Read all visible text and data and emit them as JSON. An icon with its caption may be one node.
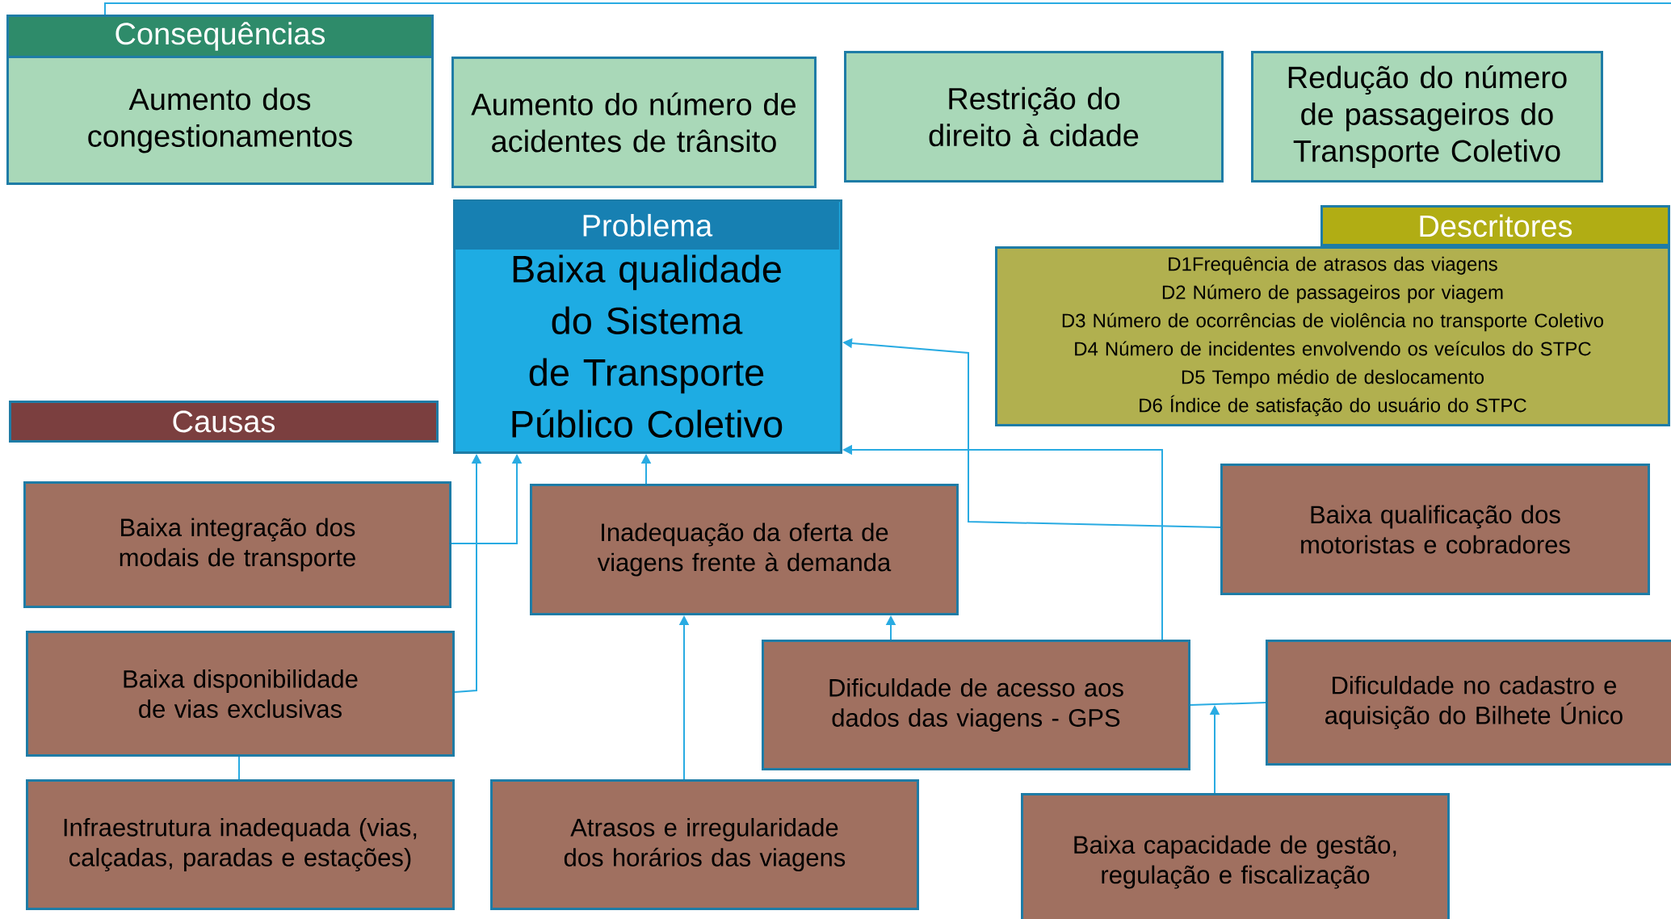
{
  "diagram": {
    "nodes": [
      {
        "text": [
          "Consequências"
        ]
      },
      {
        "text": [
          "Aumento dos congestionamentos"
        ]
      },
      {
        "text": [
          "Aumento do número de acidentes de trânsito"
        ]
      },
      {
        "text": [
          "Restrição do direito à cidade"
        ]
      },
      {
        "text": [
          "Redução do número de passageiros do Transporte Coletivo"
        ]
      },
      {
        "text": [
          "Problema",
          "Baixa qualidade do Sistema de Transporte Público Coletivo"
        ]
      },
      {
        "text": [
          "Descritores",
          "D1Frequência de atrasos das viagens",
          "D2 Número de passageiros por viagem",
          "D3 Número de ocorrências de violência no transporte Coletivo",
          "D4 Número de incidentes envolvendo os veículos do STPC",
          "D5 Tempo médio de deslocamento",
          "D6 Índice de satisfação do usuário do STPC"
        ]
      },
      {
        "text": [
          "Causas"
        ]
      },
      {
        "text": [
          "Baixa integração dos modais de transporte"
        ]
      },
      {
        "text": [
          "Inadequação da oferta de viagens frente à demanda"
        ]
      },
      {
        "text": [
          "Baixa qualificação dos motoristas e cobradores"
        ]
      },
      {
        "text": [
          "Baixa disponibilidade de vias exclusivas"
        ]
      },
      {
        "text": [
          "Dificuldade de acesso aos dados das viagens - GPS"
        ]
      },
      {
        "text": [
          "Dificuldade no cadastro e aquisição do Bilhete Único"
        ]
      },
      {
        "text": [
          "Infraestrutura inadequada (vias, calçadas, paradas e estações)"
        ]
      },
      {
        "text": [
          "Atrasos e irregularidade dos horários das viagens"
        ]
      },
      {
        "text": [
          "Baixa capacidade de gestão, regulação e fiscalização"
        ]
      }
    ],
    "edges": [
      {
        "from": null,
        "to": 0,
        "arrow": "none"
      },
      {
        "from": 8,
        "to": 5,
        "arrow": "to"
      },
      {
        "from": 11,
        "to": 5,
        "arrow": "to"
      },
      {
        "from": 11,
        "to": 14,
        "arrow": "none"
      },
      {
        "from": 9,
        "to": 5,
        "arrow": "to"
      },
      {
        "from": 15,
        "to": 9,
        "arrow": "to"
      },
      {
        "from": 12,
        "to": 9,
        "arrow": "to"
      },
      {
        "from": 12,
        "to": 5,
        "arrow": "to"
      },
      {
        "from": 10,
        "to": 5,
        "arrow": "to"
      },
      {
        "from": 13,
        "to": 12,
        "arrow": "none"
      },
      {
        "from": 16,
        "to": null,
        "arrow": "to"
      }
    ]
  }
}
